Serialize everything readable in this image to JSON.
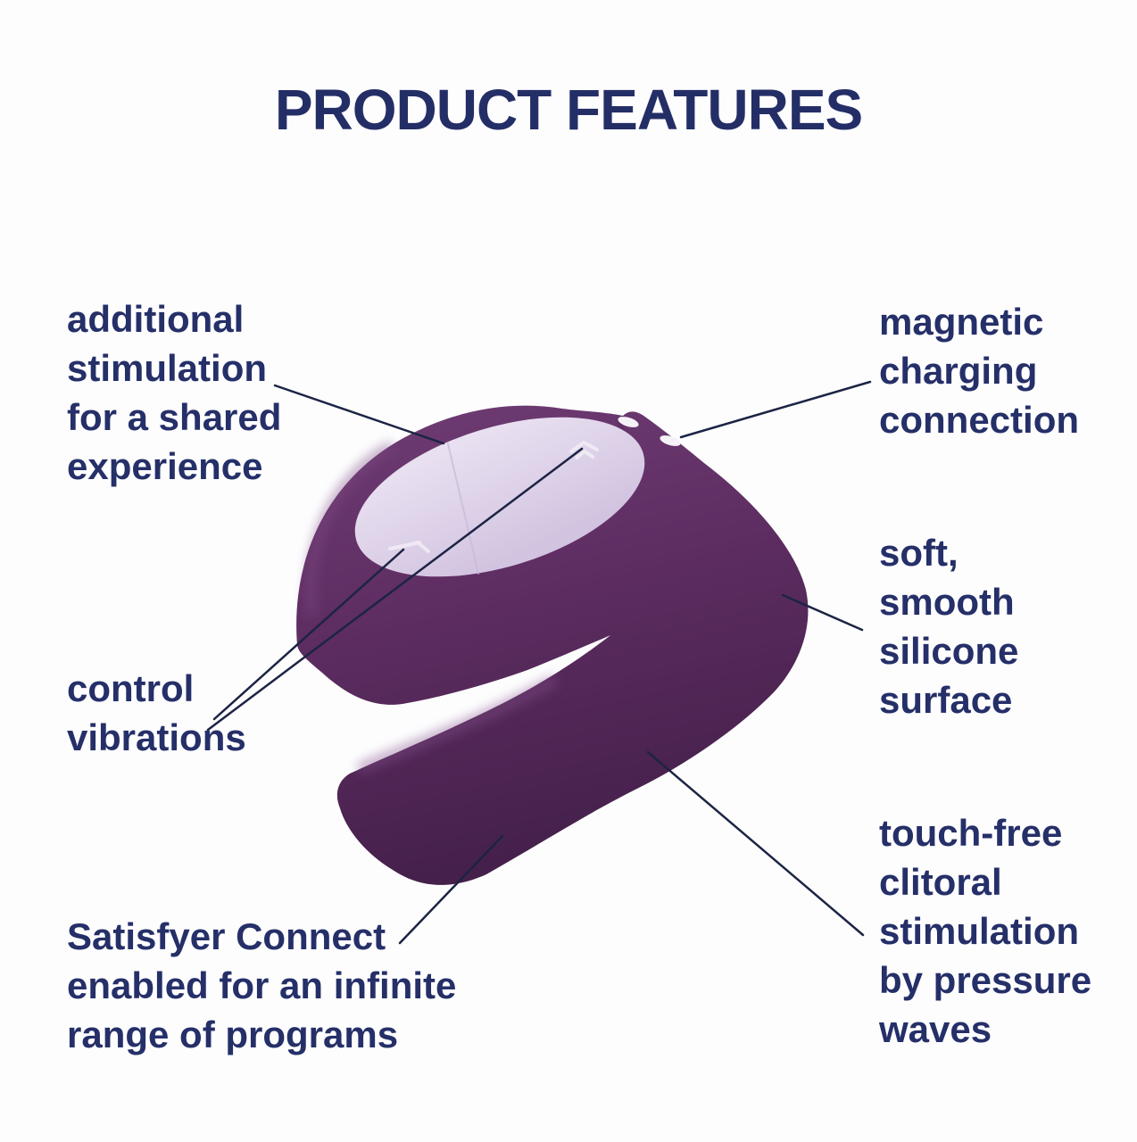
{
  "title": "PRODUCT FEATURES",
  "features": [
    {
      "id": "additional-stimulation",
      "label": "additional\nstimulation\nfor a shared\nexperience"
    },
    {
      "id": "magnetic-charging",
      "label": "magnetic\ncharging\nconnection"
    },
    {
      "id": "soft-silicone",
      "label": "soft,\nsmooth\nsilicone\nsurface"
    },
    {
      "id": "control-vibrations",
      "label": "control\nvibrations"
    },
    {
      "id": "touch-free-stimulation",
      "label": "touch-free\nclitoral\nstimulation\nby pressure\nwaves"
    },
    {
      "id": "satisfyer-connect",
      "label": "Satisfyer Connect\nenabled for an infinite\nrange of programs"
    }
  ],
  "device": {
    "illustration": "purple U-shaped couples vibrator, three-quarter view",
    "charging_contacts": 2,
    "button_marks": [
      "minus-mark",
      "plus-mark"
    ]
  },
  "colors": {
    "heading_text": "#242e66",
    "label_text": "#252f68",
    "leader_line": "#1c2444",
    "body_purple": "#5e2d62",
    "body_purple_light": "#6f3d74",
    "body_purple_dark": "#45204b",
    "panel_lavender": "#ddd1e8",
    "background": "#ffffff"
  }
}
